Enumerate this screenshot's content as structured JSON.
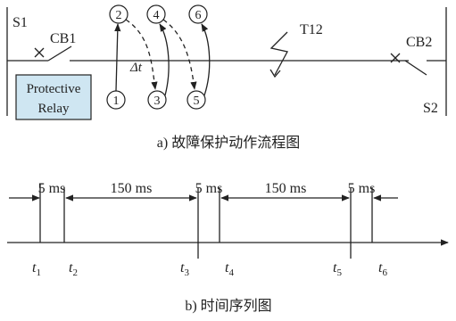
{
  "diagram_a": {
    "bus_left": "S1",
    "bus_right": "S2",
    "breaker_left": "CB1",
    "breaker_right": "CB2",
    "relay_line1": "Protective",
    "relay_line2": "Relay",
    "fault_label": "T12",
    "delta_t": "Δt",
    "steps": [
      "1",
      "2",
      "3",
      "4",
      "5",
      "6"
    ],
    "caption": "a) 故障保护动作流程图"
  },
  "diagram_b": {
    "intervals": [
      "5 ms",
      "150 ms",
      "5 ms",
      "150 ms",
      "5 ms"
    ],
    "times": [
      {
        "base": "t",
        "sub": "1"
      },
      {
        "base": "t",
        "sub": "2"
      },
      {
        "base": "t",
        "sub": "3"
      },
      {
        "base": "t",
        "sub": "4"
      },
      {
        "base": "t",
        "sub": "5"
      },
      {
        "base": "t",
        "sub": "6"
      }
    ],
    "caption": "b) 时间序列图"
  },
  "colors": {
    "relay_fill": "#cfe6f2",
    "line": "#222222"
  }
}
